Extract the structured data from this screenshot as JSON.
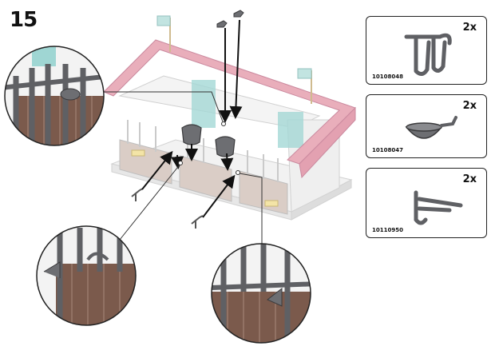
{
  "step": {
    "number": "15"
  },
  "parts": [
    {
      "qty": "2x",
      "code": "10108048",
      "icon": "double-hook-bracket"
    },
    {
      "qty": "2x",
      "code": "10108047",
      "icon": "feed-bowl"
    },
    {
      "qty": "2x",
      "code": "10110950",
      "icon": "hook-holder"
    }
  ],
  "colors": {
    "roof": "#e8aab8",
    "grey_part": "#6d6e72",
    "wood": "#8a6657",
    "teal": "#9fd6d3",
    "outline": "#222222"
  }
}
